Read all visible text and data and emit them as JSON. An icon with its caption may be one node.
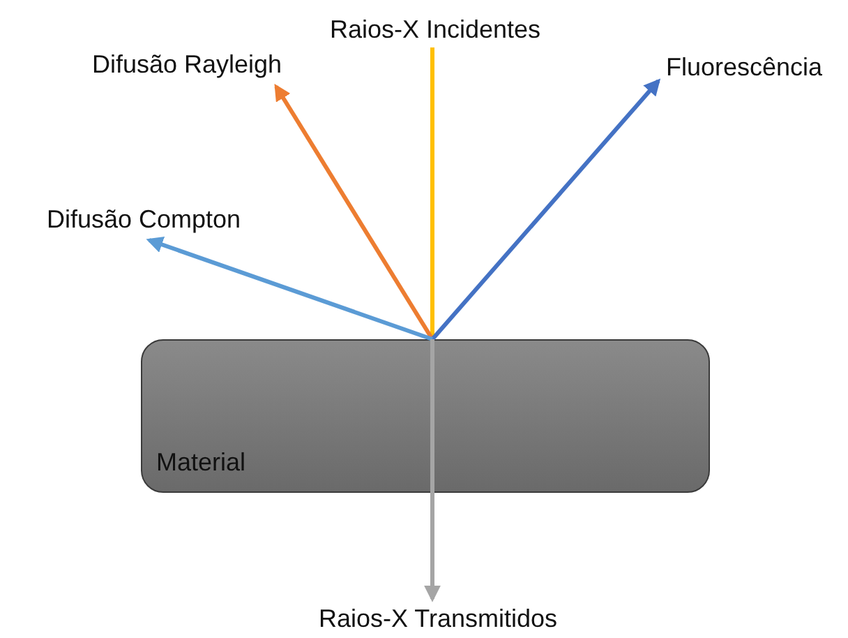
{
  "diagram": {
    "nodes": [
      {
        "text": [
          "Raios-X Incidentes"
        ]
      },
      {
        "text": [
          "Difusão Rayleigh"
        ]
      },
      {
        "text": [
          "Fluorescência"
        ]
      },
      {
        "text": [
          "Difusão Compton"
        ]
      },
      {
        "text": [
          "Material"
        ]
      },
      {
        "text": [
          "Raios-X Transmitidos"
        ]
      }
    ],
    "edges": [
      {
        "from": 0,
        "to": 4,
        "arrow": "none",
        "color": "#ffc000"
      },
      {
        "from": 4,
        "to": 1,
        "arrow": "to",
        "color": "#ed7d31"
      },
      {
        "from": 4,
        "to": 2,
        "arrow": "to",
        "color": "#4472c4"
      },
      {
        "from": 4,
        "to": 3,
        "arrow": "to",
        "color": "#5b9bd5"
      },
      {
        "from": 4,
        "to": 5,
        "arrow": "to",
        "color": "#a5a5a5"
      }
    ]
  }
}
